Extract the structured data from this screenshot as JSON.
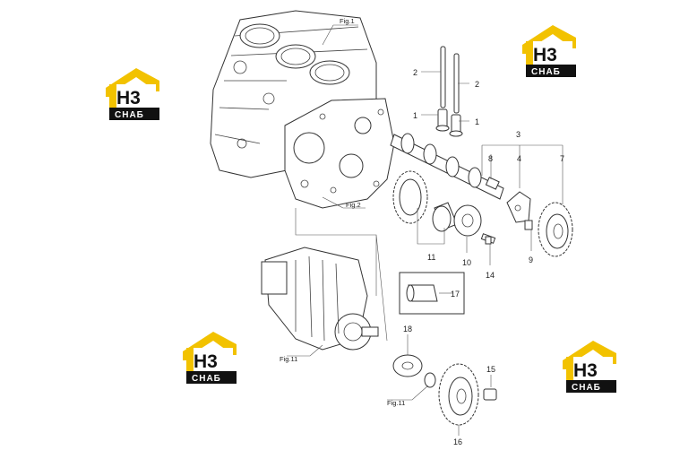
{
  "figure_refs": {
    "fig1": "Fig.1",
    "fig2": "Fig.2",
    "fig11a": "Fig.11",
    "fig11b": "Fig.11"
  },
  "callouts": {
    "c1a": "1",
    "c1b": "1",
    "c2a": "2",
    "c2b": "2",
    "c3": "3",
    "c4": "4",
    "c7": "7",
    "c8": "8",
    "c9": "9",
    "c10": "10",
    "c11": "11",
    "c14": "14",
    "c15": "15",
    "c16": "16",
    "c17": "17",
    "c18": "18"
  },
  "watermark": {
    "mark": "H3",
    "text": "CHAБ",
    "colors": {
      "yellow": "#f2c200",
      "dark": "#111111"
    }
  }
}
